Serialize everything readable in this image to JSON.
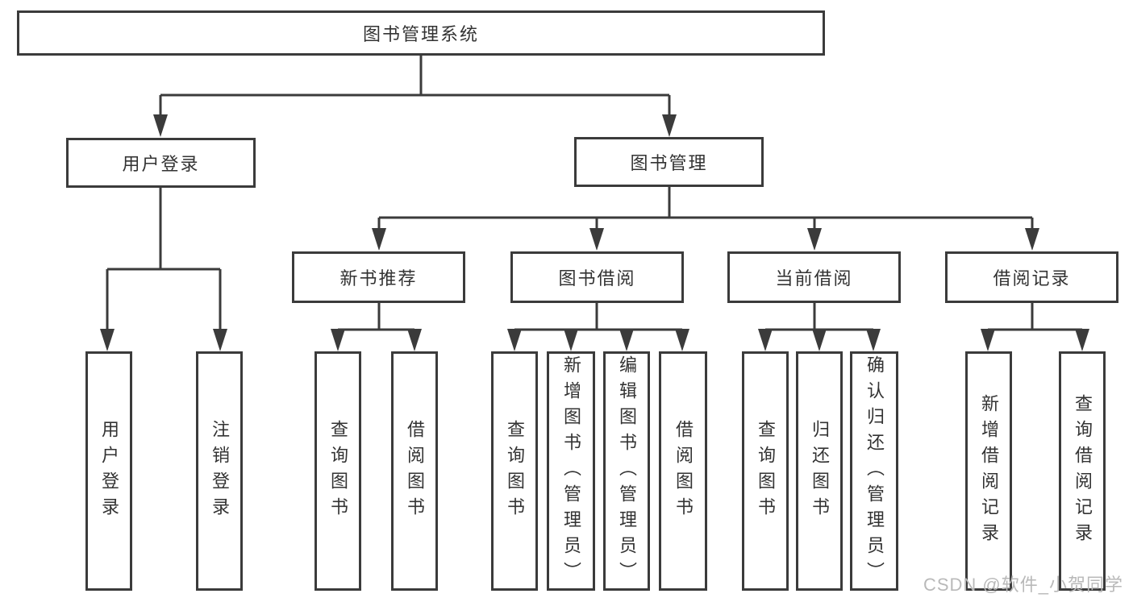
{
  "tree": {
    "root": "图书管理系统",
    "branches": [
      {
        "label": "用户登录",
        "leaves": [
          "用户登录",
          "注销登录"
        ]
      },
      {
        "label": "图书管理",
        "sections": [
          {
            "label": "新书推荐",
            "leaves": [
              "查询图书",
              "借阅图书"
            ]
          },
          {
            "label": "图书借阅",
            "leaves": [
              "查询图书",
              "新增图书（管理员）",
              "编辑图书（管理员）",
              "借阅图书"
            ]
          },
          {
            "label": "当前借阅",
            "leaves": [
              "查询图书",
              "归还图书",
              "确认归还（管理员）"
            ]
          },
          {
            "label": "借阅记录",
            "leaves": [
              "新增借阅记录",
              "查询借阅记录"
            ]
          }
        ]
      }
    ]
  },
  "watermark": {
    "text": "CSDN @软件_小贺同学"
  },
  "colors": {
    "line": "#3b3b3b",
    "text": "#333333",
    "watermark": "#b9b9b9",
    "background": "#ffffff"
  }
}
